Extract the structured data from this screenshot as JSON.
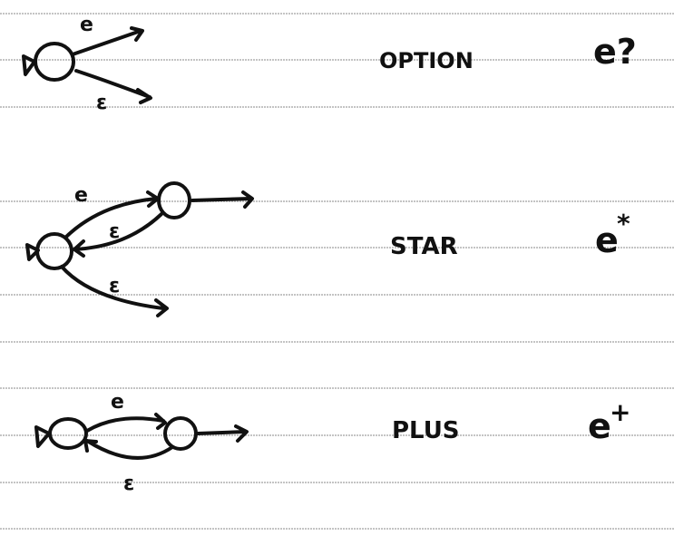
{
  "rows": [
    {
      "name": "OPTION",
      "notation": "e?",
      "edges": [
        {
          "label": "e"
        },
        {
          "label": "ε"
        }
      ]
    },
    {
      "name": "STAR",
      "notation_base": "e",
      "notation_sup": "*",
      "edges": [
        {
          "label": "e"
        },
        {
          "label": "ε"
        },
        {
          "label": "ε"
        }
      ]
    },
    {
      "name": "PLUS",
      "notation_base": "e",
      "notation_sup": "+",
      "edges": [
        {
          "label": "e"
        },
        {
          "label": "ε"
        }
      ]
    }
  ],
  "colors": {
    "ink": "#111111",
    "rule": "#b0b0b0",
    "paper": "#ffffff"
  }
}
